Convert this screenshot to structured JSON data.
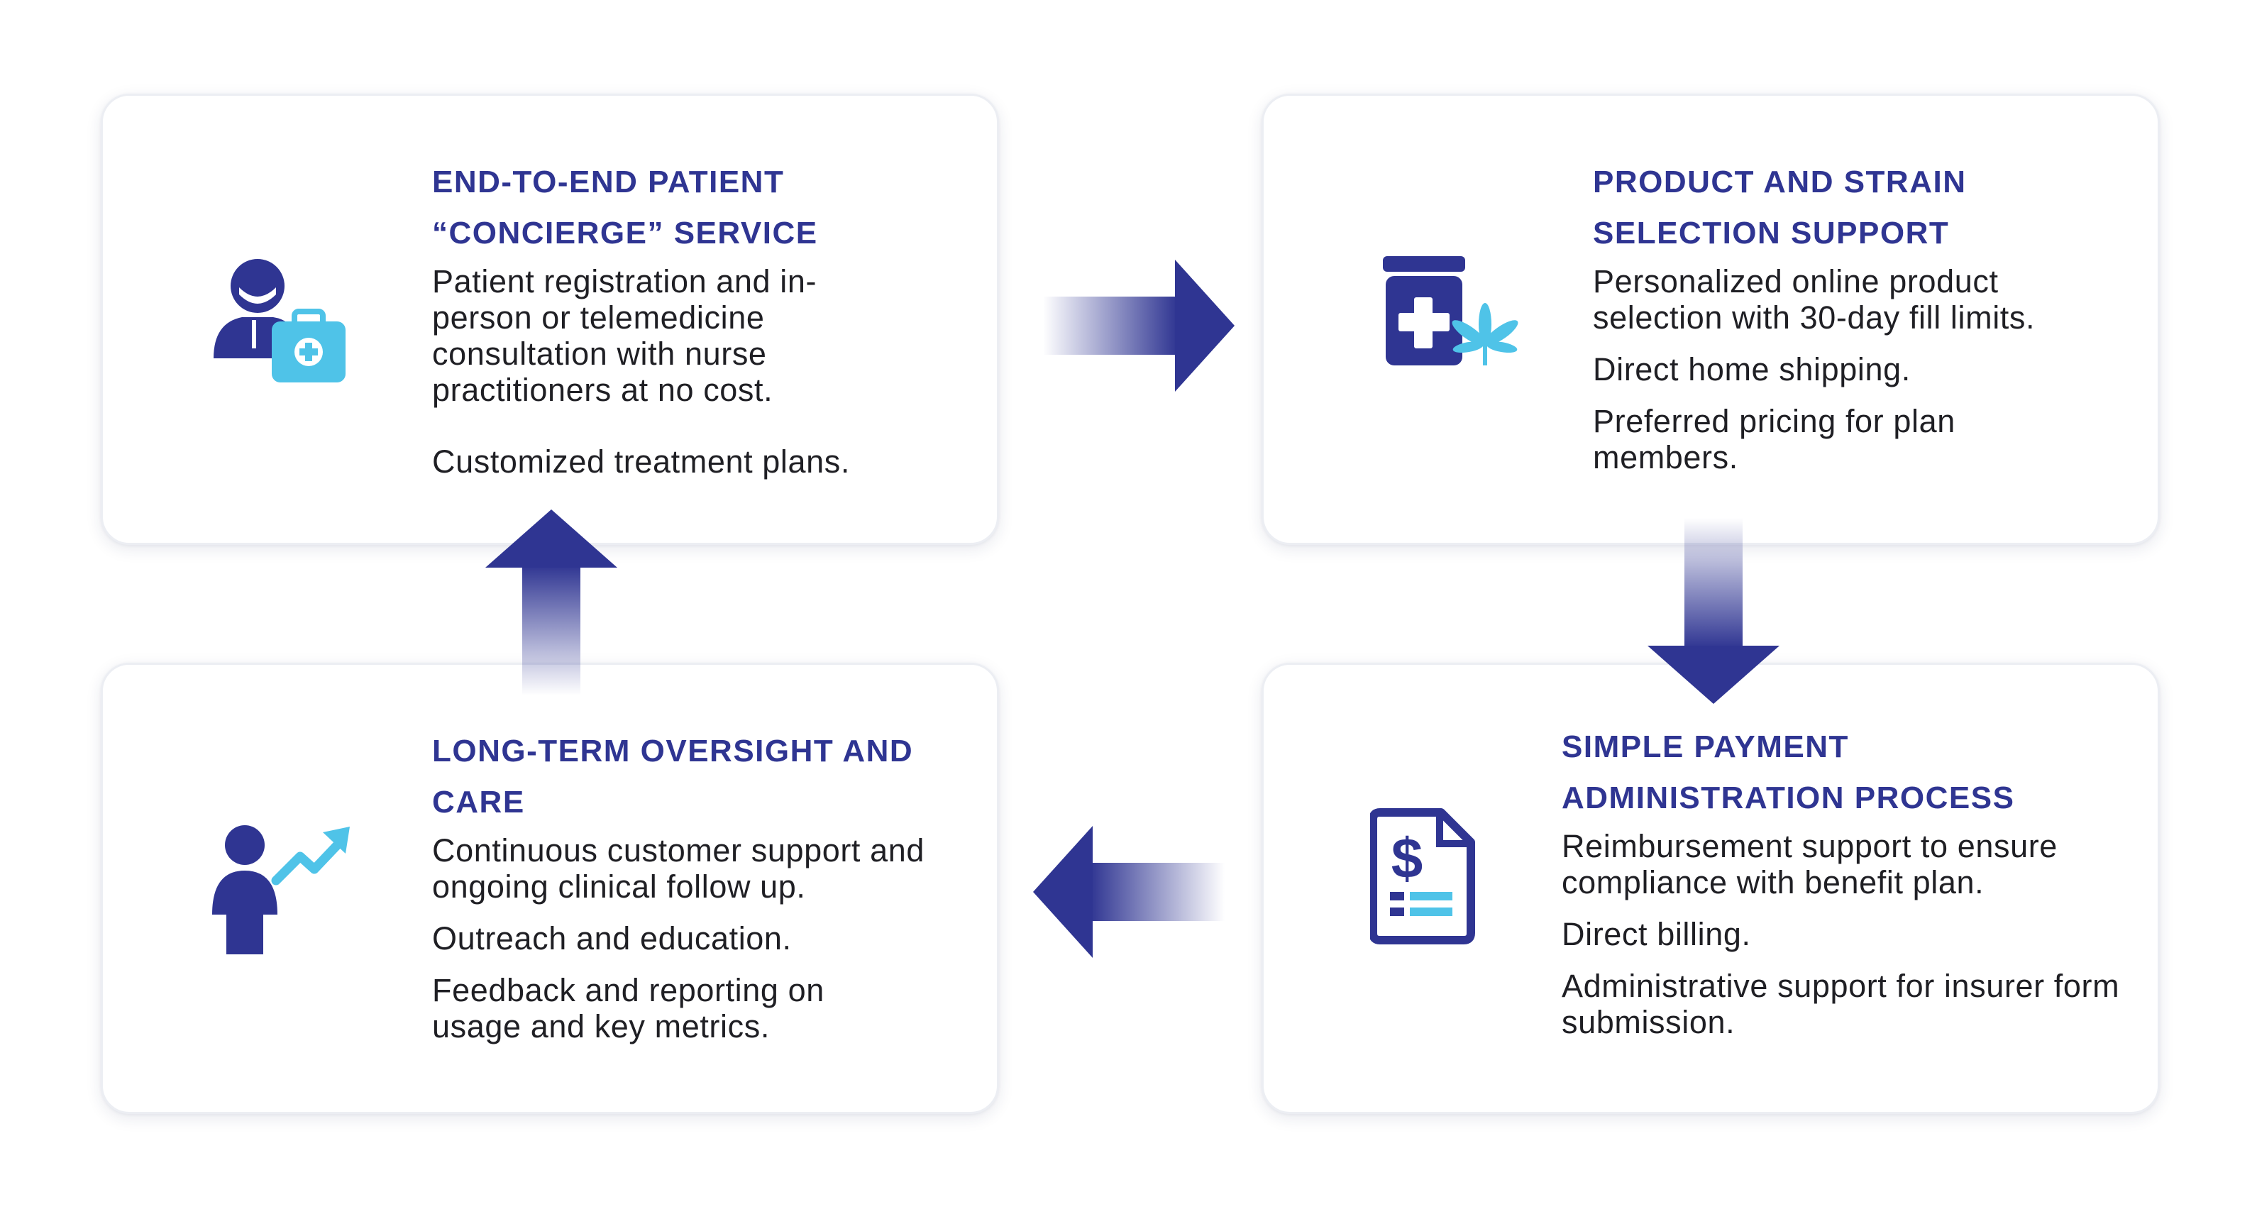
{
  "steps": [
    {
      "title_line1": "END-TO-END PATIENT",
      "title_line2": "“CONCIERGE” SERVICE",
      "paragraphs": [
        "Patient registration and in-person or telemedicine consultation with nurse practitioners at no cost.",
        "Customized treatment plans."
      ],
      "icon": "patient-with-medical-kit-icon"
    },
    {
      "title_line1": "PRODUCT AND STRAIN",
      "title_line2": "SELECTION SUPPORT",
      "paragraphs": [
        "Personalized online product selection with 30-day fill limits.",
        "Direct home shipping.",
        "Preferred pricing for plan members."
      ],
      "icon": "medicine-jar-cannabis-leaf-icon"
    },
    {
      "title_line1": "SIMPLE PAYMENT",
      "title_line2": "ADMINISTRATION PROCESS",
      "paragraphs": [
        "Reimbursement support to ensure compliance with benefit plan.",
        "Direct billing.",
        "Administrative support for insurer form submission."
      ],
      "icon": "invoice-dollar-icon"
    },
    {
      "title_line1": "LONG-TERM OVERSIGHT AND",
      "title_line2": "CARE",
      "paragraphs": [
        "Continuous customer support and ongoing clinical follow up.",
        "Outreach and education.",
        "Feedback and reporting on usage and key metrics."
      ],
      "icon": "person-trend-up-icon"
    }
  ],
  "colors": {
    "title": "#2f3592",
    "icon_dark": "#2f3592",
    "icon_light": "#4fc3e8",
    "arrow": "#2f3592"
  }
}
